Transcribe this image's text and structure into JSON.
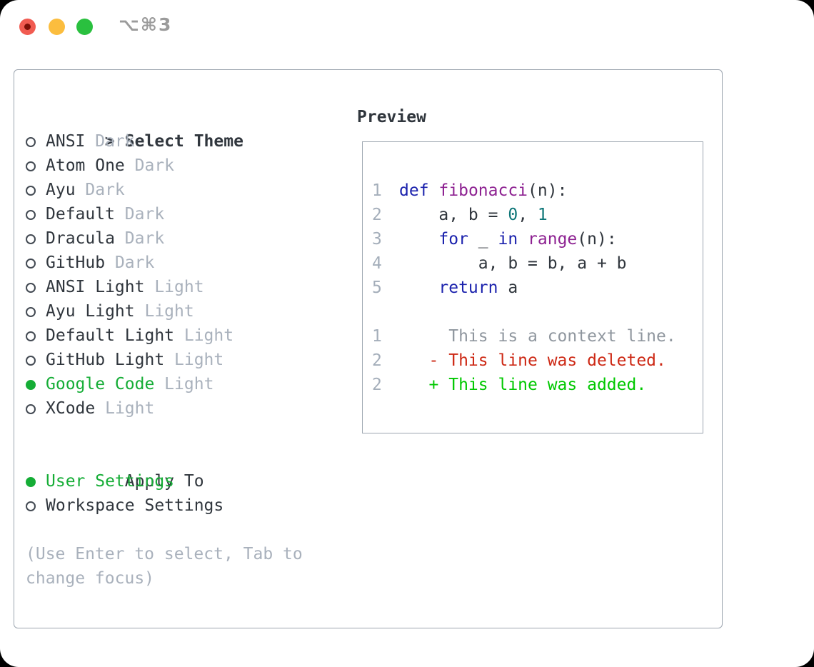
{
  "window": {
    "shortcut": "⌥⌘3"
  },
  "theme_list": {
    "prompt": ">",
    "title": "Select Theme",
    "items": [
      {
        "name": "ANSI",
        "variant": "Dark",
        "selected": false
      },
      {
        "name": "Atom One",
        "variant": "Dark",
        "selected": false
      },
      {
        "name": "Ayu",
        "variant": "Dark",
        "selected": false
      },
      {
        "name": "Default",
        "variant": "Dark",
        "selected": false
      },
      {
        "name": "Dracula",
        "variant": "Dark",
        "selected": false
      },
      {
        "name": "GitHub",
        "variant": "Dark",
        "selected": false
      },
      {
        "name": "ANSI Light",
        "variant": "Light",
        "selected": false
      },
      {
        "name": "Ayu Light",
        "variant": "Light",
        "selected": false
      },
      {
        "name": "Default Light",
        "variant": "Light",
        "selected": false
      },
      {
        "name": "GitHub Light",
        "variant": "Light",
        "selected": false
      },
      {
        "name": "Google Code",
        "variant": "Light",
        "selected": true
      },
      {
        "name": "XCode",
        "variant": "Light",
        "selected": false
      }
    ]
  },
  "apply_to": {
    "title": "Apply To",
    "options": [
      {
        "label": "User Settings",
        "selected": true
      },
      {
        "label": "Workspace Settings",
        "selected": false
      }
    ]
  },
  "hint": {
    "text": "(Use Enter to select, Tab to\nchange focus)"
  },
  "preview": {
    "title": "Preview",
    "lines": [
      {
        "num": "1",
        "tokens": [
          {
            "t": "def",
            "c": "kw"
          },
          {
            "t": " ",
            "c": "pl"
          },
          {
            "t": "fibonacci",
            "c": "fn"
          },
          {
            "t": "(n):",
            "c": "pl"
          }
        ]
      },
      {
        "num": "2",
        "tokens": [
          {
            "t": "    a, b = ",
            "c": "pl"
          },
          {
            "t": "0",
            "c": "num"
          },
          {
            "t": ", ",
            "c": "pl"
          },
          {
            "t": "1",
            "c": "num"
          }
        ]
      },
      {
        "num": "3",
        "tokens": [
          {
            "t": "    ",
            "c": "pl"
          },
          {
            "t": "for",
            "c": "kw"
          },
          {
            "t": " _ ",
            "c": "pl"
          },
          {
            "t": "in",
            "c": "kw"
          },
          {
            "t": " ",
            "c": "pl"
          },
          {
            "t": "range",
            "c": "fn"
          },
          {
            "t": "(n):",
            "c": "pl"
          }
        ]
      },
      {
        "num": "4",
        "tokens": [
          {
            "t": "        a, b = b, a + b",
            "c": "pl"
          }
        ]
      },
      {
        "num": "5",
        "tokens": [
          {
            "t": "    ",
            "c": "pl"
          },
          {
            "t": "return",
            "c": "kw"
          },
          {
            "t": " a",
            "c": "pl"
          }
        ]
      },
      {
        "num": "",
        "tokens": []
      },
      {
        "num": "1",
        "tokens": [
          {
            "t": "     This is a context line.",
            "c": "ctx"
          }
        ]
      },
      {
        "num": "2",
        "tokens": [
          {
            "t": "   - This line was deleted.",
            "c": "del"
          }
        ]
      },
      {
        "num": "2",
        "tokens": [
          {
            "t": "   + This line was added.",
            "c": "add"
          }
        ]
      }
    ]
  },
  "colors": {
    "text": "#30363d",
    "muted": "#a9b1bc",
    "border": "#9da6b0",
    "line_number": "#a4aeba",
    "accent_green": "#15ad36",
    "keyword": "#1b22ad",
    "function_name": "#8d2191",
    "number_literal": "#0e7678",
    "context": "#8f969e",
    "diff_removed": "#cd2814",
    "diff_added": "#00c800",
    "traffic_red": "#f15b51",
    "traffic_yellow": "#fbbd3e",
    "traffic_green": "#2ac03f"
  }
}
